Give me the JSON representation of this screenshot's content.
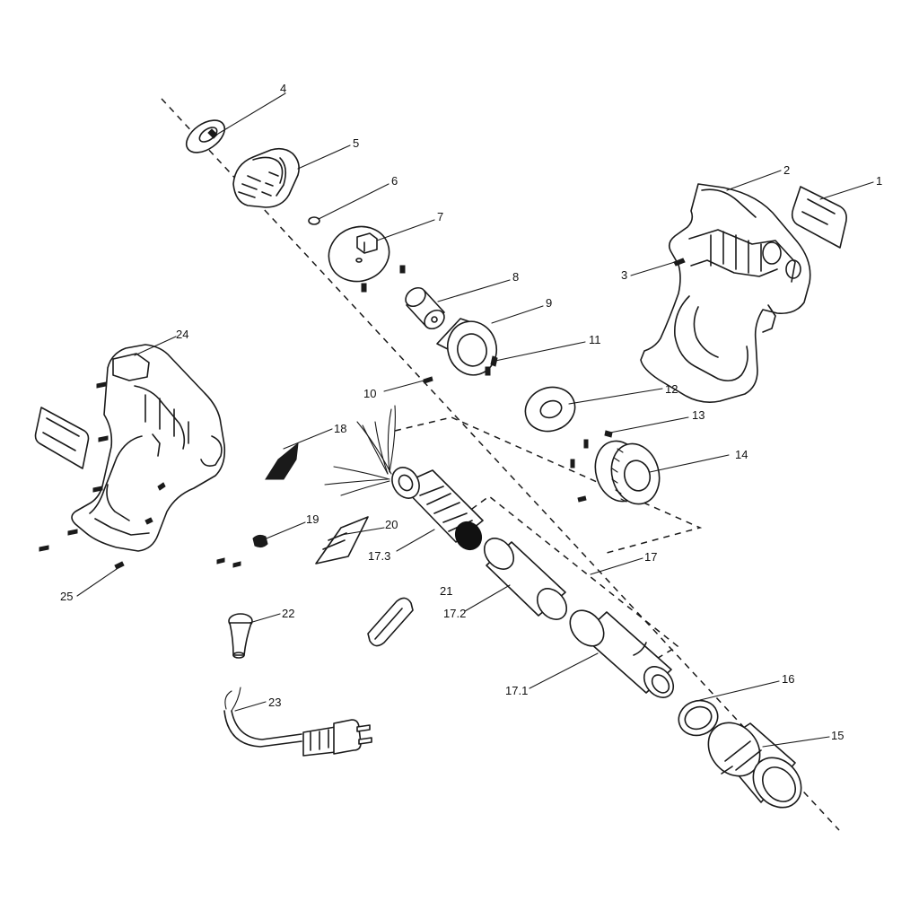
{
  "diagram": {
    "type": "exploded-parts-view",
    "part_numbers": [
      "1",
      "2",
      "3",
      "4",
      "5",
      "6",
      "7",
      "8",
      "9",
      "10",
      "11",
      "12",
      "13",
      "14",
      "15",
      "16",
      "17",
      "17.1",
      "17.2",
      "17.3",
      "18",
      "19",
      "20",
      "21",
      "22",
      "23",
      "24",
      "25"
    ]
  }
}
